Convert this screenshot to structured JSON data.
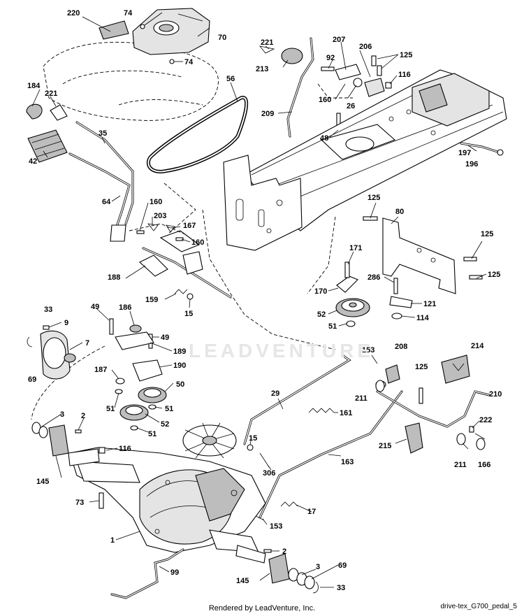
{
  "diagram": {
    "footer_credit": "Rendered by LeadVenture, Inc.",
    "footer_reference": "drive-tex_G700_pedal_5",
    "watermark": "LEADVENTURE",
    "callouts": [
      "220",
      "74",
      "70",
      "74",
      "221",
      "213",
      "207",
      "92",
      "206",
      "125",
      "116",
      "184",
      "221",
      "56",
      "160",
      "26",
      "209",
      "48",
      "35",
      "197",
      "196",
      "42",
      "64",
      "160",
      "203",
      "167",
      "160",
      "125",
      "80",
      "125",
      "171",
      "125",
      "188",
      "159",
      "15",
      "286",
      "170",
      "121",
      "52",
      "114",
      "51",
      "33",
      "49",
      "186",
      "9",
      "49",
      "7",
      "189",
      "190",
      "69",
      "187",
      "50",
      "153",
      "208",
      "214",
      "125",
      "51",
      "51",
      "52",
      "211",
      "210",
      "29",
      "161",
      "3",
      "2",
      "15",
      "222",
      "116",
      "51",
      "215",
      "211",
      "166",
      "306",
      "163",
      "145",
      "17",
      "73",
      "153",
      "1",
      "2",
      "99",
      "3",
      "69",
      "145",
      "33"
    ],
    "colors": {
      "ink": "#000000",
      "paper": "#ffffff",
      "shade": "#bdbdbd",
      "watermark": "#e6e6e6"
    }
  }
}
